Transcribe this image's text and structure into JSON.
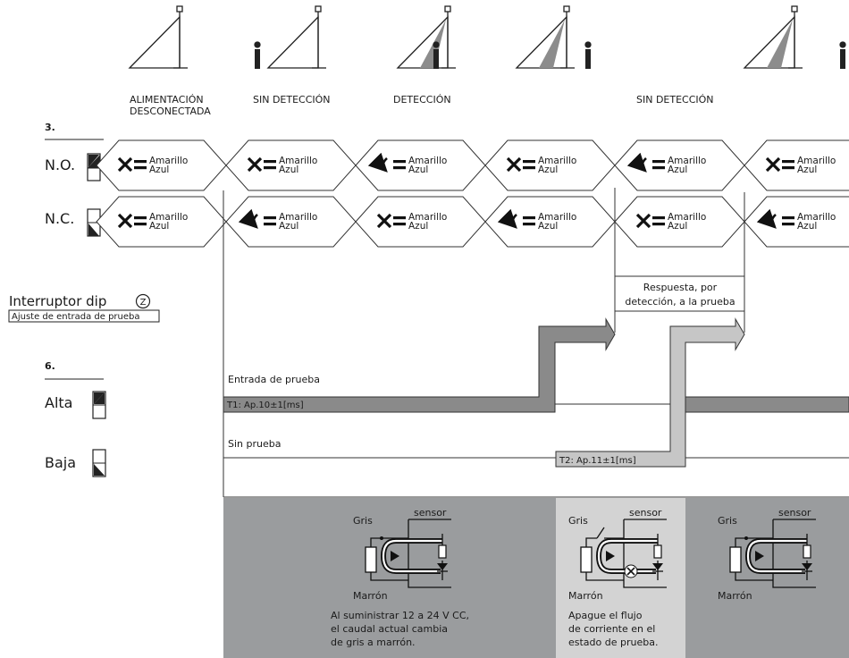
{
  "section_3": {
    "number": "3.",
    "row_no": "N.O.",
    "row_nc": "N.C."
  },
  "stage_labels": {
    "s1": "ALIMENTACIÓN DESCONECTADA",
    "s2": "SIN DETECCIÓN",
    "s3": "DETECCIÓN",
    "s4": "SIN DETECCIÓN"
  },
  "wire": {
    "line1": "Amarillo",
    "line2": "Azul"
  },
  "states_no": [
    "open",
    "open",
    "closed",
    "open",
    "closed",
    "open"
  ],
  "states_nc": [
    "open",
    "closed",
    "open",
    "closed",
    "open",
    "closed"
  ],
  "dip": {
    "title": "Interruptor dip",
    "symbol": "Z",
    "subtitle": "Ajuste de entrada de prueba"
  },
  "section_6": {
    "number": "6.",
    "high": "Alta",
    "low": "Baja"
  },
  "timing": {
    "test_input": "Entrada de prueba",
    "t1": "T1: Ap.10±1[ms]",
    "no_test": "Sin prueba",
    "t2": "T2: Ap.11±1[ms]",
    "response_line1": "Respuesta, por",
    "response_line2": "detección, a la prueba"
  },
  "panels": {
    "gray": "Gris",
    "sensor": "sensor",
    "brown": "Marrón",
    "p1_note": [
      "Al suministrar 12 a 24 V CC,",
      "el caudal actual cambia",
      "de gris a marrón."
    ],
    "p2_note": [
      "Apague el flujo",
      "de corriente en el",
      "estado de prueba."
    ]
  },
  "colors": {
    "panel_dark": "#9a9c9e",
    "panel_light": "#d3d3d3",
    "arrow_dark": "#8a8a8a",
    "arrow_light": "#c6c6c6"
  }
}
